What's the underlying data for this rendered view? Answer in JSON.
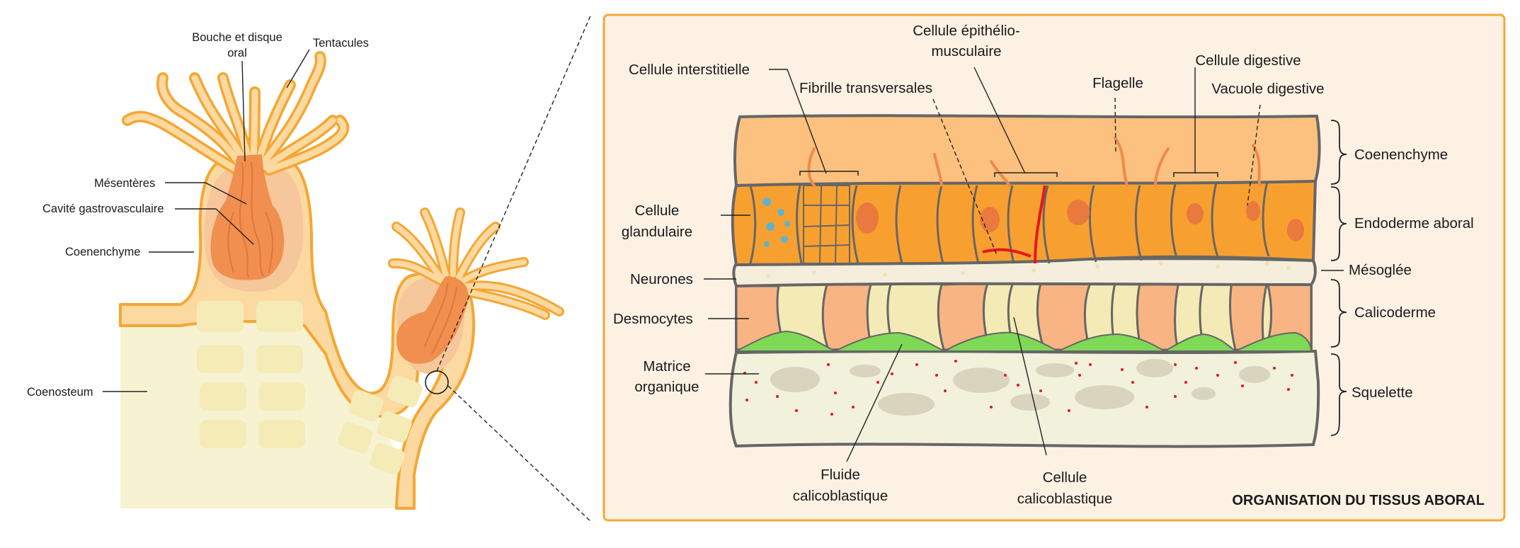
{
  "coral": {
    "labels": {
      "bouche_l1": "Bouche et disque",
      "bouche_l2": "oral",
      "tentacules": "Tentacules",
      "mesenteres": "Mésentères",
      "cavite": "Cavité gastrovasculaire",
      "coenenchyme": "Coenenchyme",
      "coenosteum": "Coenosteum"
    }
  },
  "tissue": {
    "title": "ORGANISATION DU TISSUS ABORAL",
    "top_labels": {
      "interstitielle": "Cellule interstitielle",
      "fibrille": "Fibrille transversales",
      "epithelio_l1": "Cellule épithélio-",
      "epithelio_l2": "musculaire",
      "flagelle": "Flagelle",
      "digestive": "Cellule digestive",
      "vacuole": "Vacuole digestive"
    },
    "left_labels": {
      "glandulaire_l1": "Cellule",
      "glandulaire_l2": "glandulaire",
      "neurones": "Neurones",
      "desmocytes": "Desmocytes",
      "matrice_l1": "Matrice",
      "matrice_l2": "organique"
    },
    "bottom_labels": {
      "fluide_l1": "Fluide",
      "fluide_l2": "calicoblastique",
      "calico_l1": "Cellule",
      "calico_l2": "calicoblastique"
    },
    "layers": {
      "coenenchyme": "Coenenchyme",
      "endoderme": "Endoderme aboral",
      "mesoglee": "Mésoglée",
      "calicoderme": "Calicoderme",
      "squelette": "Squelette"
    }
  },
  "colors": {
    "panel_border": "#f2a93b",
    "panel_bg": "#fdf1e4",
    "coenenchyme_layer": "#fcc17e",
    "endoderme_layer": "#f7a030",
    "mesoglee_layer": "#f6eedc",
    "desmocyte": "#f8b482",
    "calicoblast": "#f3eab6",
    "fluid_green": "#7ed957",
    "squelette": "#f1f1dc",
    "coral_outline": "#f4a733",
    "coral_fill": "#fcd9a0",
    "coral_inner": "#f6c79a",
    "mesentery": "#ef8c4b",
    "skeleton": "#f7f2d2",
    "fibril_red": "#e8151f"
  }
}
